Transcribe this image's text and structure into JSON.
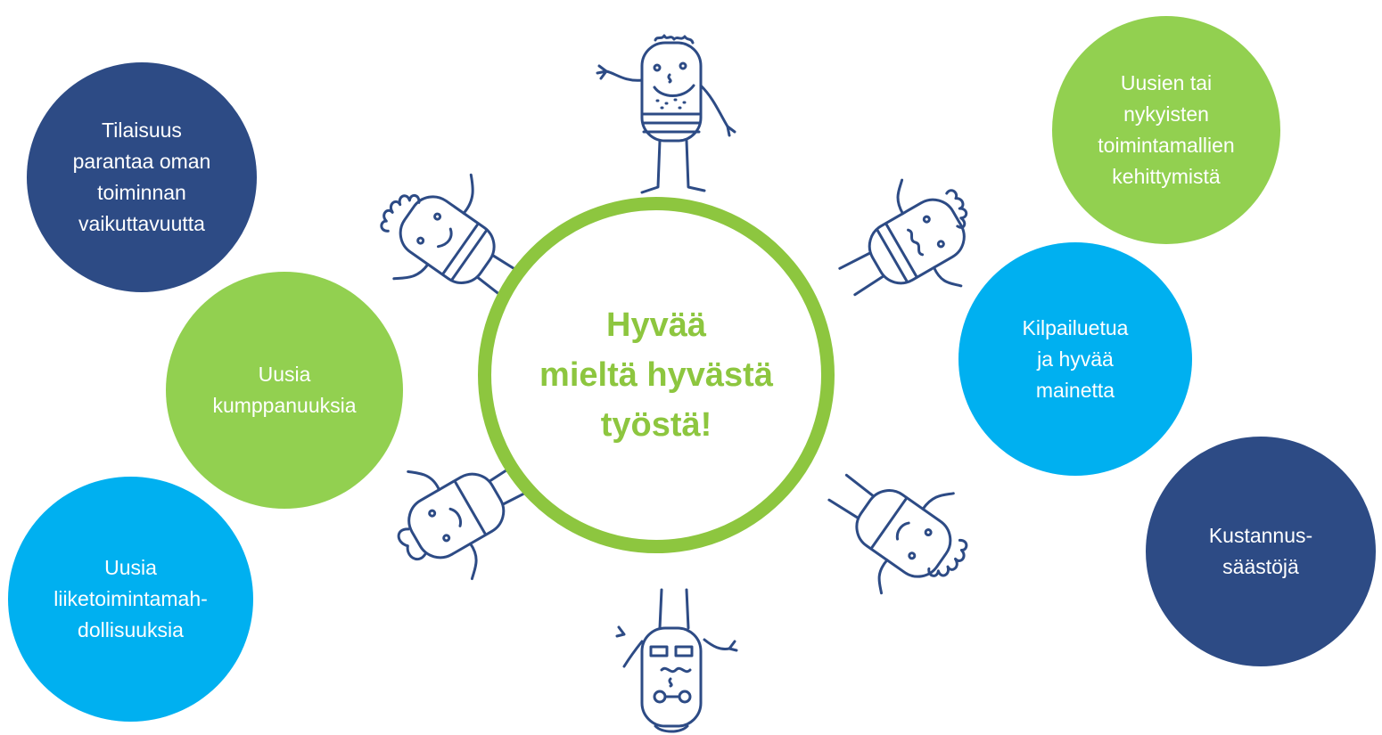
{
  "center": {
    "text": "Hyvää\nmieltä hyvästä\ntyöstä!"
  },
  "bubbles": [
    {
      "text": "Tilaisuus\nparantaa oman\ntoiminnan\nvaikuttavuutta",
      "color": "#2d4b85"
    },
    {
      "text": "Uusia\nkumppanuuksia",
      "color": "#92d050"
    },
    {
      "text": "Uusia\nliiketoimintamah-\ndollisuuksia",
      "color": "#00b0f0"
    },
    {
      "text": "Uusien tai\nnykyisten\ntoimintamallien\nkehittymistä",
      "color": "#92d050"
    },
    {
      "text": "Kilpailuetua\nja hyvää\nmainetta",
      "color": "#00b0f0"
    },
    {
      "text": "Kustannus-\nsäästöjä",
      "color": "#2d4b85"
    }
  ],
  "colors": {
    "ring": "#8dc63f",
    "doodle": "#2d4b85"
  }
}
